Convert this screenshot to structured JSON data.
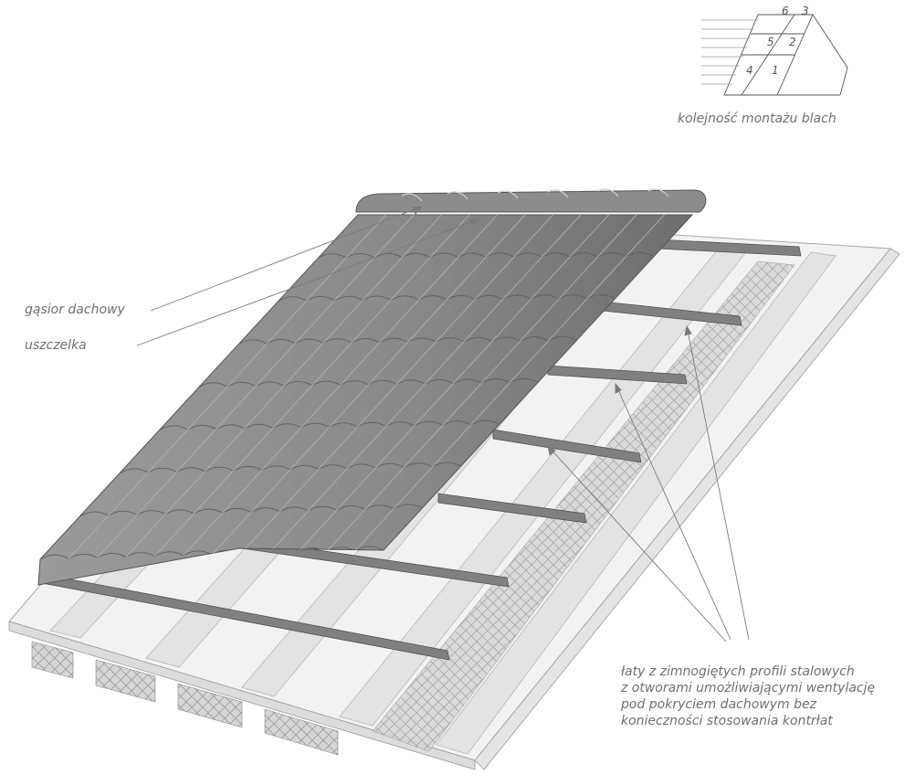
{
  "inset": {
    "caption": "kolejność montażu blach",
    "numbers": [
      "6",
      "3",
      "5",
      "2",
      "4",
      "1"
    ]
  },
  "callouts": {
    "ridge_cap": "gąsior dachowy",
    "gasket": "uszczelka",
    "battens": [
      "łaty z zimnogiętych profili stalowych",
      "z otworami umożliwiającymi wentylację",
      "pod pokryciem dachowym bez",
      "konieczności stosowania kontrłat"
    ]
  },
  "colors": {
    "roof_sheet": "#8a8a8a",
    "roof_sheet_dark": "#6e6e6e",
    "batten": "#7d7d7d",
    "rafter": "#e2e2e2",
    "membrane": "#f1f1f1",
    "insulation": "#bdbdbd",
    "leader_line": "#7a7a7a",
    "label_text": "#6f6f6f"
  }
}
